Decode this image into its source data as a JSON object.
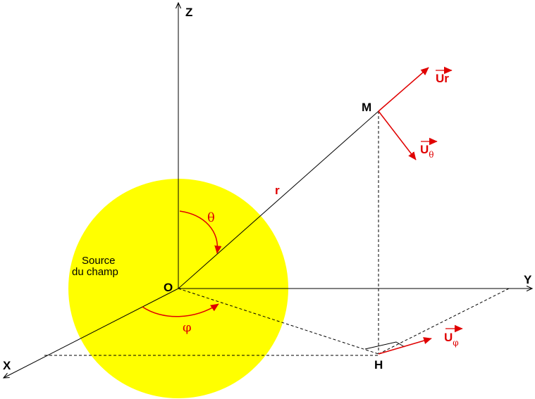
{
  "colors": {
    "sphere_fill": "#ffff00",
    "axis_color": "#000000",
    "vector_color": "#e00000"
  },
  "axes": {
    "z_label": "Z",
    "y_label": "Y",
    "x_label": "X",
    "origin_label": "O"
  },
  "points": {
    "m_label": "M",
    "h_label": "H"
  },
  "radius_label": "r",
  "angles": {
    "theta": "θ",
    "phi": "φ"
  },
  "vectors": {
    "ur_label": "Ur",
    "utheta_main": "U",
    "utheta_sub": "θ",
    "uphi_main": "U",
    "uphi_sub": "φ"
  },
  "source": {
    "line1": "Source",
    "line2": "du champ"
  }
}
